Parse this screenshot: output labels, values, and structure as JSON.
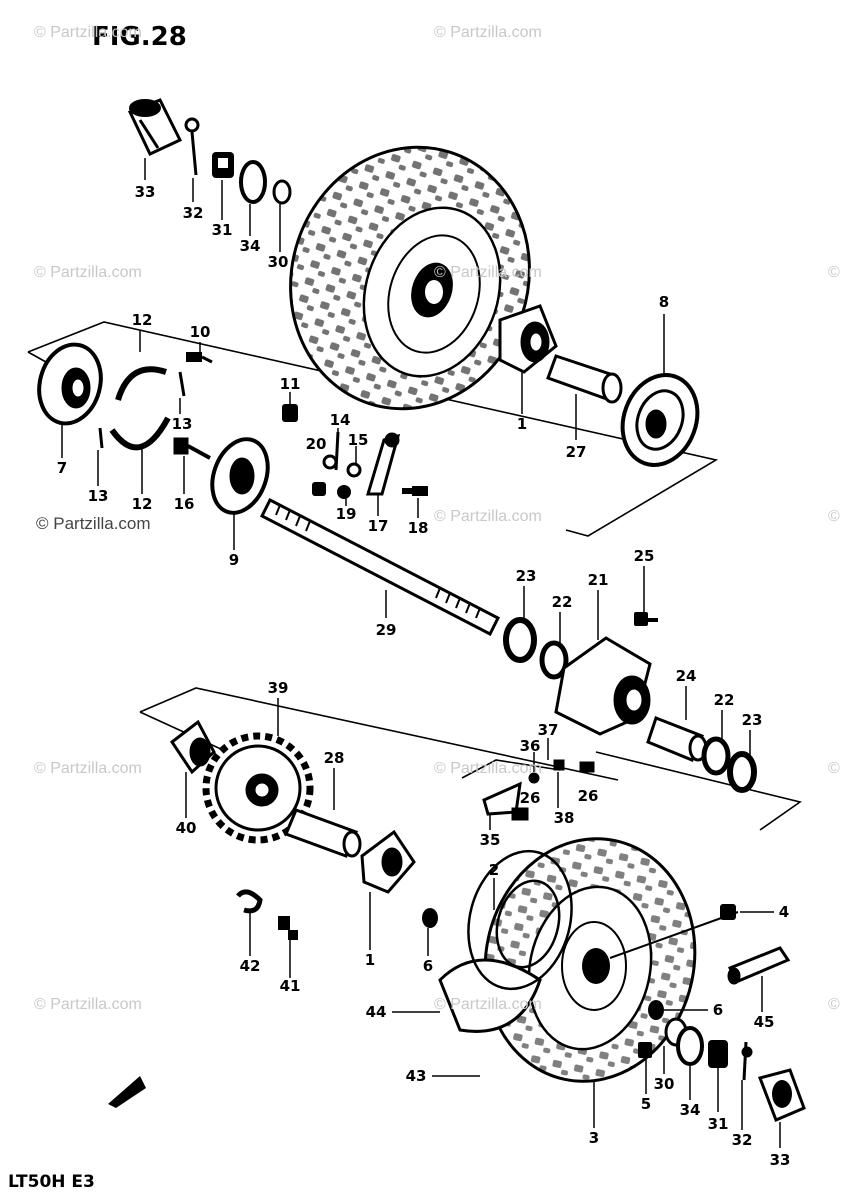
{
  "figure_title": "FIG.28",
  "model_code": "LT50H E3",
  "watermark_text": "Partzilla.com",
  "watermark_main": "© Partzilla.com",
  "callouts": {
    "c33a": "33",
    "c32a": "32",
    "c31a": "31",
    "c34a": "34",
    "c30a": "30",
    "c8": "8",
    "c1a": "1",
    "c27": "27",
    "c12a": "12",
    "c10": "10",
    "c11": "11",
    "c13a": "13",
    "c13b": "13",
    "c7": "7",
    "c12b": "12",
    "c16": "16",
    "c14": "14",
    "c15": "15",
    "c20": "20",
    "c19": "19",
    "c17": "17",
    "c18": "18",
    "c9": "9",
    "c29": "29",
    "c23a": "23",
    "c22a": "22",
    "c21": "21",
    "c25": "25",
    "c24": "24",
    "c22b": "22",
    "c23b": "23",
    "c39": "39",
    "c28": "28",
    "c40": "40",
    "c37": "37",
    "c36": "36",
    "c26a": "26",
    "c26b": "26",
    "c38": "38",
    "c35": "35",
    "c2": "2",
    "c4": "4",
    "c42": "42",
    "c41": "41",
    "c1b": "1",
    "c6a": "6",
    "c45": "45",
    "c6b": "6",
    "c44": "44",
    "c43": "43",
    "c30b": "30",
    "c5": "5",
    "c34b": "34",
    "c31b": "31",
    "c32b": "32",
    "c3": "3",
    "c33b": "33"
  }
}
